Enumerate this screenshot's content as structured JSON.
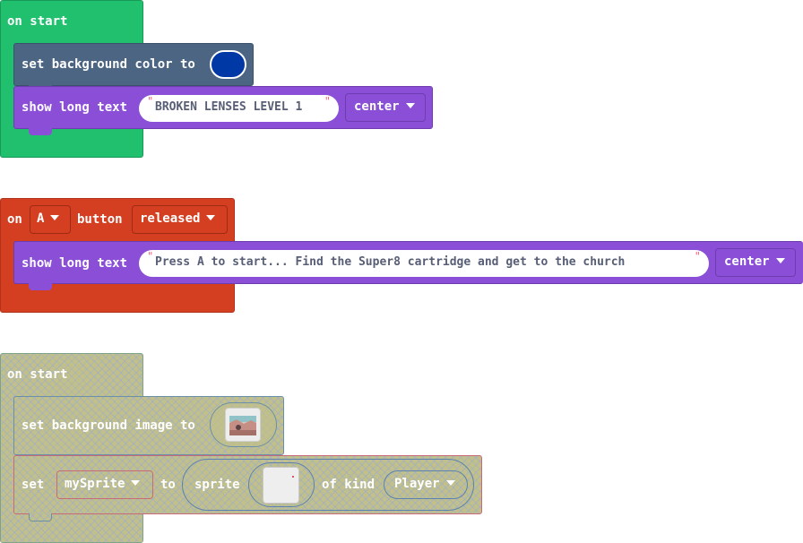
{
  "colors": {
    "events_green": "#21c06e",
    "scene_slate": "#4b6583",
    "text_purple": "#8b4fd7",
    "controller_red": "#d43f22",
    "disabled_olive": "#c2c08a",
    "bg_color_value": "#0039a6"
  },
  "block1": {
    "hat_label": "on start",
    "set_bg_label": "set background color to",
    "show_text_label": "show long text",
    "text_value": "BROKEN LENSES LEVEL 1",
    "align_value": "center"
  },
  "block2": {
    "on_label": "on",
    "button_value": "A",
    "button_label": "button",
    "event_value": "released",
    "show_text_label": "show long text",
    "text_value": "Press A to start... Find the Super8 cartridge and get to the church ",
    "align_value": "center"
  },
  "block3": {
    "hat_label": "on start",
    "set_bg_image_label": "set background image to",
    "set_label": "set",
    "var_value": "mySprite",
    "to_label": "to",
    "sprite_label": "sprite",
    "of_kind_label": "of kind",
    "kind_value": "Player"
  },
  "icons": {
    "bg_image": "background-image-thumbnail",
    "sprite_image": "sprite-image-thumbnail",
    "dropdown": "caret-down-icon"
  }
}
